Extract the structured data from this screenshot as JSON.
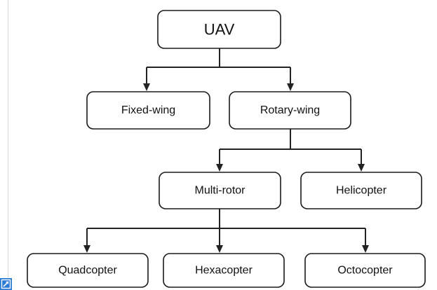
{
  "diagram": {
    "nodes": {
      "uav": "UAV",
      "fixed_wing": "Fixed-wing",
      "rotary_wing": "Rotary-wing",
      "multi_rotor": "Multi-rotor",
      "helicopter": "Helicopter",
      "quadcopter": "Quadcopter",
      "hexacopter": "Hexacopter",
      "octocopter": "Octocopter"
    },
    "colors": {
      "box_stroke": "#1a1a1a",
      "connector": "#222222",
      "expand_icon": "#2a7bd5"
    }
  },
  "icons": {
    "expand": "expand-icon"
  }
}
